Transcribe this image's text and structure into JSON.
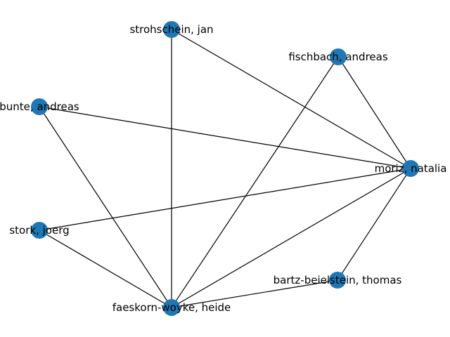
{
  "graph": {
    "node_color": "#1f77b4",
    "edge_color": "#000000",
    "nodes": [
      {
        "id": "strohschein",
        "label": "strohschein, jan"
      },
      {
        "id": "fischbach",
        "label": "fischbach, andreas"
      },
      {
        "id": "bunte",
        "label": "bunte, andreas"
      },
      {
        "id": "moriz",
        "label": "moriz, natalia"
      },
      {
        "id": "stork",
        "label": "stork, joerg"
      },
      {
        "id": "bartz",
        "label": "bartz-beielstein, thomas"
      },
      {
        "id": "faeskorn",
        "label": "faeskorn-woyke, heide"
      }
    ],
    "edges": [
      [
        "strohschein",
        "faeskorn"
      ],
      [
        "strohschein",
        "moriz"
      ],
      [
        "fischbach",
        "faeskorn"
      ],
      [
        "fischbach",
        "moriz"
      ],
      [
        "bunte",
        "faeskorn"
      ],
      [
        "bunte",
        "moriz"
      ],
      [
        "stork",
        "moriz"
      ],
      [
        "stork",
        "faeskorn"
      ],
      [
        "moriz",
        "faeskorn"
      ],
      [
        "moriz",
        "bartz"
      ],
      [
        "bartz",
        "faeskorn"
      ]
    ]
  }
}
